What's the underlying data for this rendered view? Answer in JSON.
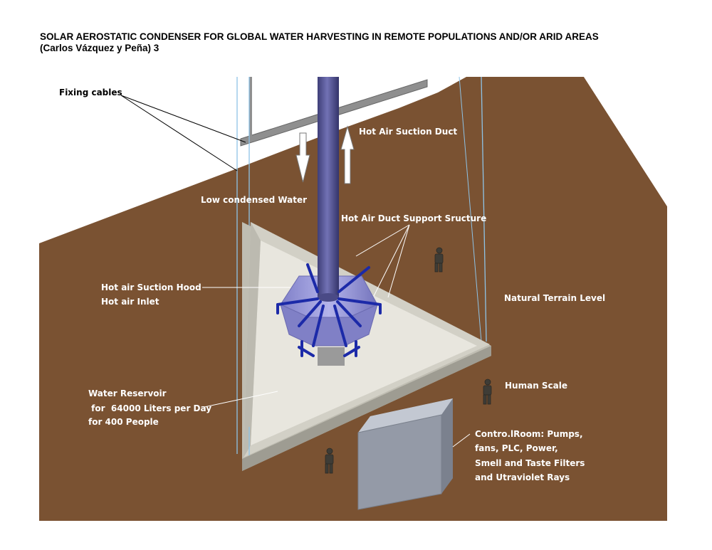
{
  "title": {
    "line1": "SOLAR AEROSTATIC CONDENSER FOR GLOBAL WATER HARVESTING IN REMOTE POPULATIONS AND/OR ARID AREAS",
    "line2": "(Carlos Vázquez y Peña) 3"
  },
  "labels": {
    "fixing_cables": "Fixing cables",
    "hot_air_suction_duct": "Hot Air Suction Duct",
    "low_condensed_water": "Low condensed Water",
    "duct_support_structure": "Hot Air Duct Support Sructure",
    "suction_hood_line1": "Hot air Suction Hood",
    "suction_hood_line2": "Hot air Inlet",
    "natural_terrain_level": "Natural Terrain Level",
    "human_scale": "Human Scale",
    "reservoir_line1": "Water Reservoir",
    "reservoir_line2": " for  64000 Liters per Day",
    "reservoir_line3": "for 400 People",
    "control_room_line1": "Contro.lRoom: Pumps,",
    "control_room_line2": "fans, PLC, Power,",
    "control_room_line3": "Smell and Taste Filters",
    "control_room_line4": "and Utraviolet Rays"
  },
  "colors": {
    "terrain": "#7a5232",
    "terrain_dark": "#5a3a22",
    "reservoir_floor": "#e6e4dc",
    "reservoir_wall": "#c9c7bd",
    "duct": "#5a5a9a",
    "hood": "#9a9ad8",
    "hood_frame": "#1c2aa8",
    "cable": "#8ec3e6",
    "control_room": "#9aa0ac"
  }
}
